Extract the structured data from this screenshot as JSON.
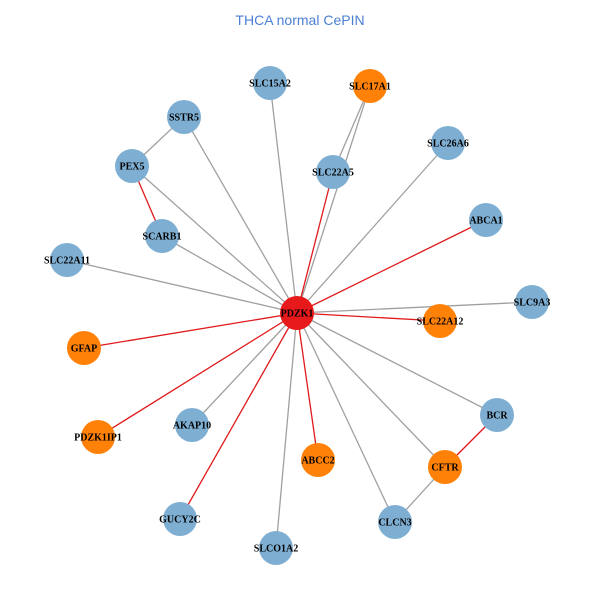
{
  "title": "THCA normal CePIN",
  "colors": {
    "title": "#4a7fd4",
    "hub": "#e8191b",
    "blue_node": "#7eafd3",
    "orange_node": "#ff8108",
    "red_edge": "#e0191b",
    "gray_edge": "#a0a0a0"
  },
  "nodes": [
    {
      "id": "PDZK1",
      "label": "PDZK1",
      "color": "hub"
    },
    {
      "id": "SLC15A2",
      "label": "SLC15A2",
      "color": "blue_node"
    },
    {
      "id": "SLC17A1",
      "label": "SLC17A1",
      "color": "orange_node"
    },
    {
      "id": "SSTR5",
      "label": "SSTR5",
      "color": "blue_node"
    },
    {
      "id": "PEX5",
      "label": "PEX5",
      "color": "blue_node"
    },
    {
      "id": "SLC26A6",
      "label": "SLC26A6",
      "color": "blue_node"
    },
    {
      "id": "SLC22A5",
      "label": "SLC22A5",
      "color": "blue_node"
    },
    {
      "id": "ABCA1",
      "label": "ABCA1",
      "color": "blue_node"
    },
    {
      "id": "SCARB1",
      "label": "SCARB1",
      "color": "blue_node"
    },
    {
      "id": "SLC22A11",
      "label": "SLC22A11",
      "color": "blue_node"
    },
    {
      "id": "SLC9A3",
      "label": "SLC9A3",
      "color": "blue_node"
    },
    {
      "id": "SLC22A12",
      "label": "SLC22A12",
      "color": "orange_node"
    },
    {
      "id": "GFAP",
      "label": "GFAP",
      "color": "orange_node"
    },
    {
      "id": "BCR",
      "label": "BCR",
      "color": "blue_node"
    },
    {
      "id": "AKAP10",
      "label": "AKAP10",
      "color": "blue_node"
    },
    {
      "id": "PDZK1IP1",
      "label": "PDZK1IP1",
      "color": "orange_node"
    },
    {
      "id": "ABCC2",
      "label": "ABCC2",
      "color": "orange_node"
    },
    {
      "id": "CFTR",
      "label": "CFTR",
      "color": "orange_node"
    },
    {
      "id": "GUCY2C",
      "label": "GUCY2C",
      "color": "blue_node"
    },
    {
      "id": "CLCN3",
      "label": "CLCN3",
      "color": "blue_node"
    },
    {
      "id": "SLCO1A2",
      "label": "SLCO1A2",
      "color": "blue_node"
    }
  ],
  "edges": [
    {
      "source": "PDZK1",
      "target": "SLC15A2",
      "color": "gray_edge"
    },
    {
      "source": "PDZK1",
      "target": "SLC17A1",
      "color": "gray_edge"
    },
    {
      "source": "PDZK1",
      "target": "SSTR5",
      "color": "gray_edge"
    },
    {
      "source": "PDZK1",
      "target": "PEX5",
      "color": "gray_edge"
    },
    {
      "source": "PDZK1",
      "target": "SLC26A6",
      "color": "gray_edge"
    },
    {
      "source": "PDZK1",
      "target": "SLC22A5",
      "color": "red_edge"
    },
    {
      "source": "PDZK1",
      "target": "ABCA1",
      "color": "red_edge"
    },
    {
      "source": "PDZK1",
      "target": "SCARB1",
      "color": "gray_edge"
    },
    {
      "source": "PDZK1",
      "target": "SLC22A11",
      "color": "gray_edge"
    },
    {
      "source": "PDZK1",
      "target": "SLC9A3",
      "color": "gray_edge"
    },
    {
      "source": "PDZK1",
      "target": "SLC22A12",
      "color": "red_edge"
    },
    {
      "source": "PDZK1",
      "target": "GFAP",
      "color": "red_edge"
    },
    {
      "source": "PDZK1",
      "target": "BCR",
      "color": "gray_edge"
    },
    {
      "source": "PDZK1",
      "target": "AKAP10",
      "color": "gray_edge"
    },
    {
      "source": "PDZK1",
      "target": "PDZK1IP1",
      "color": "red_edge"
    },
    {
      "source": "PDZK1",
      "target": "ABCC2",
      "color": "red_edge"
    },
    {
      "source": "PDZK1",
      "target": "CFTR",
      "color": "gray_edge"
    },
    {
      "source": "PDZK1",
      "target": "GUCY2C",
      "color": "red_edge"
    },
    {
      "source": "PDZK1",
      "target": "CLCN3",
      "color": "gray_edge"
    },
    {
      "source": "PDZK1",
      "target": "SLCO1A2",
      "color": "gray_edge"
    },
    {
      "source": "PEX5",
      "target": "SSTR5",
      "color": "gray_edge"
    },
    {
      "source": "PEX5",
      "target": "SCARB1",
      "color": "red_edge"
    },
    {
      "source": "SLC22A5",
      "target": "SLC17A1",
      "color": "gray_edge"
    },
    {
      "source": "BCR",
      "target": "CFTR",
      "color": "red_edge"
    },
    {
      "source": "CFTR",
      "target": "CLCN3",
      "color": "gray_edge"
    }
  ]
}
